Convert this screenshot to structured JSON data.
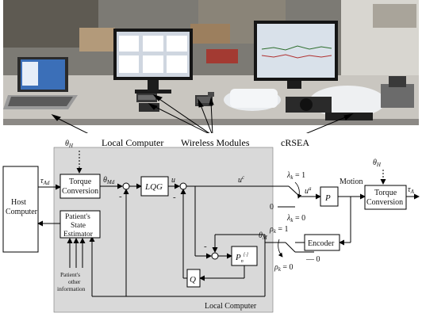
{
  "photo": {
    "caption_local": "Local Computer",
    "caption_wireless": "Wireless Modules",
    "caption_crsea": "cRSEA"
  },
  "diagram": {
    "host_line1": "Host",
    "host_line2": "Computer",
    "tau_ad": "τ",
    "tau_ad_sub": "Ad",
    "theta_h_left": "θ",
    "theta_h_left_sub": "H",
    "torque_conv_left_1": "Torque",
    "torque_conv_left_2": "Conversion",
    "theta_md": "θ",
    "theta_md_sub": "Md",
    "lqg": "LQG",
    "u": "u",
    "uc": "u",
    "uc_sup": "c",
    "minus1": "-",
    "minus2": "-",
    "minus3": "-",
    "estimator_1": "Patient's",
    "estimator_2": "State",
    "estimator_3": "Estimator",
    "other_info_1": "Patient's",
    "other_info_2": "other",
    "other_info_3": "information",
    "q_block": "Q",
    "pn_block": "P",
    "pn_sub": "n",
    "pn_sup": "[·]",
    "theta_m": "θ",
    "theta_m_sub": "M",
    "local_computer": "Local Computer",
    "lambda_1": "λ",
    "lambda_1_sub": "k",
    "lambda_1_val": " = 1",
    "lambda_0": "λ",
    "lambda_0_sub": "k",
    "lambda_0_val": " = 0",
    "zero_left": "0",
    "ua": "u",
    "ua_sup": "a",
    "p_block": "P",
    "motion": "Motion",
    "theta_h_right": "θ",
    "theta_h_right_sub": "H",
    "torque_conv_right_1": "Torque",
    "torque_conv_right_2": "Conversion",
    "tau_a": "τ",
    "tau_a_sub": "A",
    "rho_1": "ρ",
    "rho_1_sub": "k",
    "rho_1_val": " = 1",
    "rho_0": "ρ",
    "rho_0_sub": "k",
    "rho_0_val": " = 0",
    "encoder": "Encoder",
    "zero_right": "0"
  }
}
